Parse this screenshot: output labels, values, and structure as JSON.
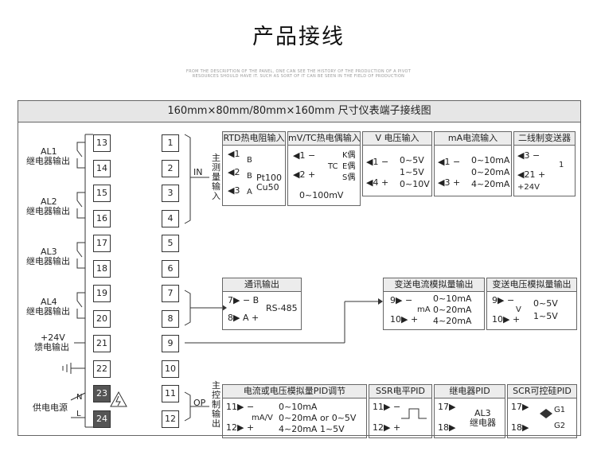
{
  "page": {
    "title": "产品接线",
    "subtitle_lines": [
      "FROM THE DESCRIPTION OF THE PANEL, ONE CAN SEE THE HISTORY OF THE PRODUCTION OF A PIVOT",
      "RESOURCES SHOULD HAVE IT. SUCH AS SORT OF IT CAN BE SEEN IN THE FIELD OF PRODUCTION"
    ]
  },
  "panel": {
    "title": "160mm×80mm/80mm×160mm 尺寸仪表端子接线图"
  },
  "left_terminals": [
    "13",
    "14",
    "15",
    "16",
    "17",
    "18",
    "19",
    "20",
    "21",
    "22",
    "23",
    "24"
  ],
  "right_terminals": [
    "1",
    "2",
    "3",
    "4",
    "5",
    "6",
    "7",
    "8",
    "9",
    "10",
    "11",
    "12"
  ],
  "left_labels": {
    "al1": "AL1",
    "al1_sub": "继电器输出",
    "al2": "AL2",
    "al2_sub": "继电器输出",
    "al3": "AL3",
    "al3_sub": "继电器输出",
    "al4": "AL4",
    "al4_sub": "继电器输出",
    "v24": "+24V",
    "v24_sub": "馈电输出",
    "power": "供电电源",
    "n": "N",
    "l": "L"
  },
  "in_section": {
    "tag": "IN",
    "vertical": "主测量输入",
    "boxes": [
      {
        "title": "RTD热电阻输入",
        "terms": [
          "1",
          "2",
          "3"
        ],
        "pins": [
          "B",
          "B",
          "A"
        ],
        "text1": "Pt100",
        "text2": "Cu50"
      },
      {
        "title": "mV/TC热电偶输入",
        "terms": [
          "1",
          "2"
        ],
        "tc": "TC",
        "k": "K偶",
        "e": "E偶",
        "s": "S偶",
        "range": "0~100mV"
      },
      {
        "title": "V 电压输入",
        "terms": [
          "1",
          "4"
        ],
        "values": [
          "0~5V",
          "1~5V",
          "0~10V"
        ]
      },
      {
        "title": "mA电流输入",
        "terms": [
          "1",
          "3"
        ],
        "values": [
          "0~10mA",
          "0~20mA",
          "4~20mA"
        ]
      },
      {
        "title": "二线制变送器",
        "terms": [
          "3",
          "21"
        ],
        "v": "+24V",
        "pin": "1"
      }
    ]
  },
  "comm": {
    "title": "通讯输出",
    "terms": [
      "7",
      "8"
    ],
    "b": "B",
    "a": "A",
    "protocol": "RS-485"
  },
  "retrans": [
    {
      "title": "变送电流模拟量输出",
      "terms": [
        "9",
        "10"
      ],
      "unit": "mA",
      "values": [
        "0~10mA",
        "0~20mA",
        "4~20mA"
      ]
    },
    {
      "title": "变送电压模拟量输出",
      "terms": [
        "9",
        "10"
      ],
      "unit": "V",
      "values": [
        "0~5V",
        "1~5V"
      ]
    }
  ],
  "op_section": {
    "tag": "OP",
    "vertical": "主控制输出",
    "boxes": [
      {
        "title": "电流或电压模拟量PID调节",
        "terms": [
          "11",
          "12"
        ],
        "unit": "mA/V",
        "lines": [
          "0~10mA",
          "0~20mA or 0~5V",
          "4~20mA     1~5V"
        ]
      },
      {
        "title": "SSR电平PID",
        "terms": [
          "11",
          "12"
        ]
      },
      {
        "title": "继电器PID",
        "terms": [
          "17",
          "18"
        ],
        "label": "AL3",
        "label2": "继电器"
      },
      {
        "title": "SCR可控硅PID",
        "terms": [
          "17",
          "18"
        ],
        "g1": "G1",
        "g2": "G2"
      }
    ]
  }
}
